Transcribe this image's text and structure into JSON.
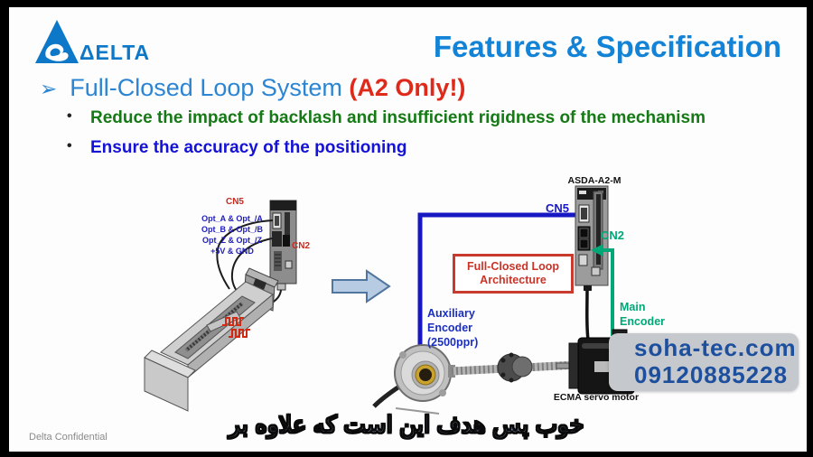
{
  "colors": {
    "title_blue": "#1283D6",
    "heading_blue": "#2B85D3",
    "alert_red": "#DF2A1B",
    "bullet_green": "#157A15",
    "bullet_blue": "#1412D6",
    "diagram_red": "#C52B20",
    "feedback_line_blue": "#1717C4",
    "encoder_green": "#00A878",
    "watermark_navy": "#1D4F9F"
  },
  "header": {
    "logo_text": "ΔELTA",
    "title": "Features & Specification"
  },
  "heading": {
    "marker": "➢",
    "text": "Full-Closed Loop System ",
    "highlight": "(A2 Only!)"
  },
  "bullets": [
    {
      "marker": "•",
      "text": "Reduce the impact of backlash and insufficient rigidness of the mechanism"
    },
    {
      "marker": "•",
      "text": "Ensure the accuracy of the positioning"
    }
  ],
  "left_diagram": {
    "cn5_label": "CN5",
    "cn2_label": "CN2",
    "signal_lines": [
      "Opt_A & Opt_/A",
      "Opt_B & Opt_/B",
      "Opt_Z & Opt_/Z",
      "+5V & GND"
    ]
  },
  "right_diagram": {
    "drive_model": "ASDA-A2-M",
    "cn5_label": "CN5",
    "cn2_label": "CN2",
    "architecture_box": {
      "line1": "Full-Closed Loop",
      "line2": "Architecture"
    },
    "aux_encoder_label": {
      "line1": "Auxiliary",
      "line2": "Encoder",
      "line3": "(2500ppr)"
    },
    "main_encoder_label": {
      "line1": "Main",
      "line2": "Encoder"
    },
    "motor_caption": "ECMA servo motor"
  },
  "watermark": {
    "line1": "soha-tec.com",
    "line2": "09120885228"
  },
  "subtitle": {
    "text": "خوب پس هدف این است که علاوه بر"
  },
  "footer": {
    "text": "Delta Confidential"
  }
}
